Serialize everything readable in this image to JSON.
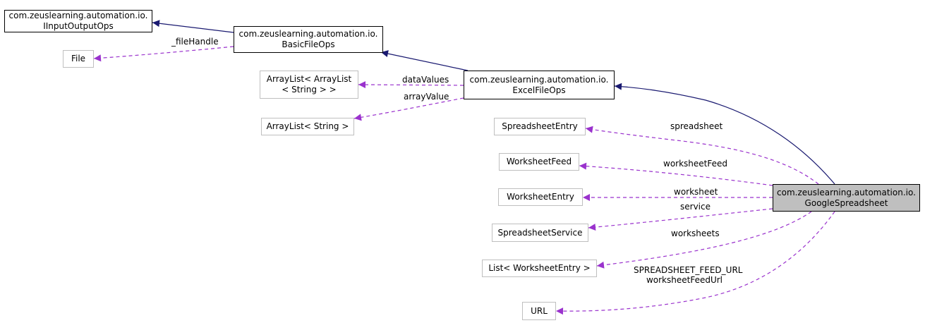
{
  "colors": {
    "inheritance": "#191970",
    "usage": "#9a32cd",
    "focus_fill": "#bfbfbf",
    "muted_border": "#bfbfbf"
  },
  "nodes": {
    "iinputoutputops": {
      "line1": "com.zeuslearning.automation.io.",
      "line2": "IInputOutputOps"
    },
    "file": {
      "line1": "File"
    },
    "basicfileops": {
      "line1": "com.zeuslearning.automation.io.",
      "line2": "BasicFileOps"
    },
    "arraylist_arraylist": {
      "line1": "ArrayList< ArrayList",
      "line2": "< String > >"
    },
    "arraylist_string": {
      "line1": "ArrayList< String >"
    },
    "excelfileops": {
      "line1": "com.zeuslearning.automation.io.",
      "line2": "ExcelFileOps"
    },
    "spreadsheetentry": {
      "line1": "SpreadsheetEntry"
    },
    "worksheetfeed": {
      "line1": "WorksheetFeed"
    },
    "worksheetentry": {
      "line1": "WorksheetEntry"
    },
    "spreadsheetservice": {
      "line1": "SpreadsheetService"
    },
    "list_worksheetentry": {
      "line1": "List< WorksheetEntry >"
    },
    "url": {
      "line1": "URL"
    },
    "googlespreadsheet": {
      "line1": "com.zeuslearning.automation.io.",
      "line2": "GoogleSpreadsheet"
    }
  },
  "edge_labels": {
    "file_handle": "_fileHandle",
    "data_values": "dataValues",
    "array_value": "arrayValue",
    "spreadsheet": "spreadsheet",
    "worksheet_feed": "worksheetFeed",
    "worksheet": "worksheet",
    "service": "service",
    "worksheets": "worksheets",
    "url_line1": "SPREADSHEET_FEED_URL",
    "url_line2": "worksheetFeedUrl"
  }
}
